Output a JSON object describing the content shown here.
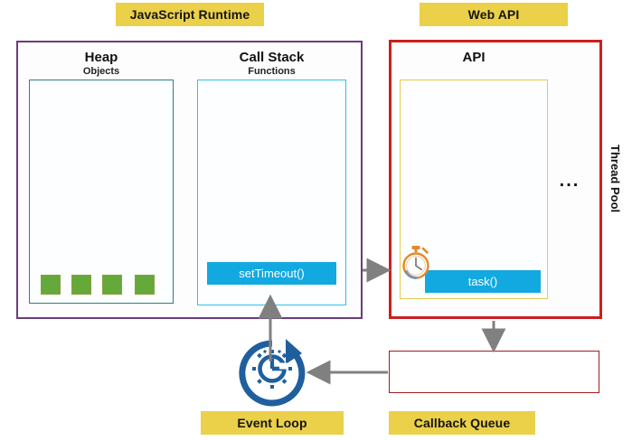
{
  "diagram": {
    "title": "JavaScript Runtime Event Loop Architecture",
    "colors": {
      "label_yellow": "#ebd04a",
      "runtime_purple": "#6b3d7a",
      "webapi_red": "#cc1f1f",
      "heap_teal": "#2d7f8c",
      "stack_cyan": "#2fc3e8",
      "api_yellow": "#e8c94a",
      "function_blue": "#12a9e0",
      "heap_object_green": "#65a93b",
      "callback_queue_red": "#9e2020",
      "arrow_gray": "#808080",
      "event_loop_blue": "#1f5f9e",
      "stopwatch_orange": "#e08a2e"
    }
  },
  "labels": {
    "javascript_runtime": "JavaScript Runtime",
    "web_api": "Web API",
    "event_loop": "Event Loop",
    "callback_queue": "Callback Queue",
    "thread_pool": "Thread Pool"
  },
  "runtime": {
    "heap": {
      "title": "Heap",
      "subtitle": "Objects",
      "object_count": 4
    },
    "call_stack": {
      "title": "Call Stack",
      "subtitle": "Functions",
      "frame_label": "setTimeout()"
    }
  },
  "webapi": {
    "title": "API",
    "task_label": "task()",
    "ellipsis": "...",
    "timer_icon": "stopwatch-icon"
  },
  "icons": {
    "event_loop": "event-loop-circular-arrow-icon",
    "timer": "stopwatch-icon"
  },
  "arrows": [
    {
      "name": "call-stack-to-web-api",
      "from": "setTimeout()",
      "to": "API",
      "direction": "right"
    },
    {
      "name": "web-api-to-callback-queue",
      "from": "API",
      "to": "Callback Queue",
      "direction": "down"
    },
    {
      "name": "callback-queue-to-event-loop",
      "from": "Callback Queue",
      "to": "Event Loop",
      "direction": "left"
    },
    {
      "name": "event-loop-to-call-stack",
      "from": "Event Loop",
      "to": "Call Stack",
      "direction": "up"
    }
  ]
}
